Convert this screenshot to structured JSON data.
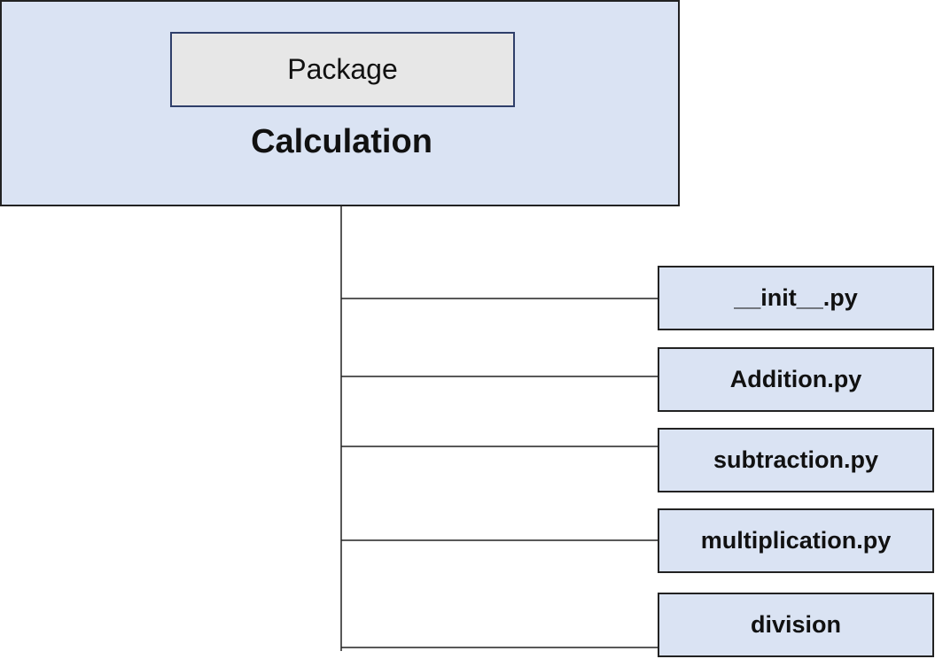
{
  "package": {
    "tag_label": "Package",
    "name": "Calculation"
  },
  "modules": [
    {
      "label": "__init__.py"
    },
    {
      "label": "Addition.py"
    },
    {
      "label": "subtraction.py"
    },
    {
      "label": "multiplication.py"
    },
    {
      "label": "division"
    }
  ],
  "colors": {
    "box_fill": "#dae3f3",
    "tag_fill": "#e7e7e7",
    "line": "#222222"
  }
}
